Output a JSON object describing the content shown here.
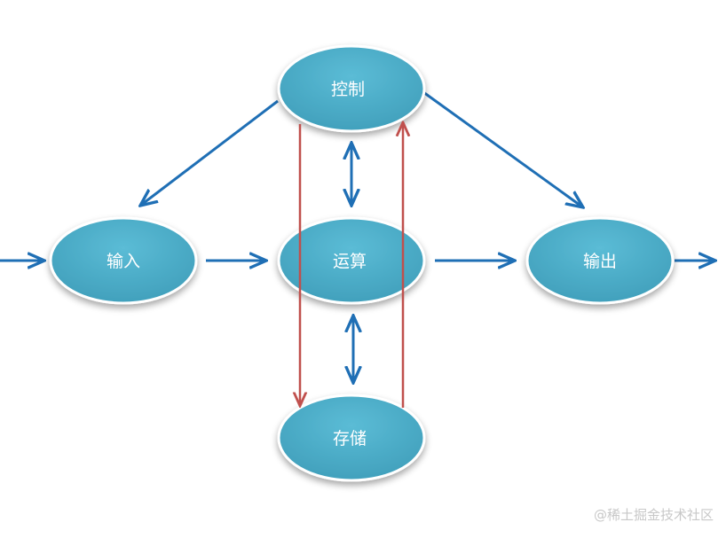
{
  "diagram": {
    "nodes": {
      "control": "控制",
      "input": "输入",
      "compute": "运算",
      "output": "输出",
      "storage": "存储"
    },
    "colors": {
      "node_fill": "#4BACC6",
      "node_border": "#ffffff",
      "data_arrow": "#1F6FB5",
      "control_arrow": "#C0504D"
    }
  },
  "watermark": "@稀土掘金技术社区"
}
